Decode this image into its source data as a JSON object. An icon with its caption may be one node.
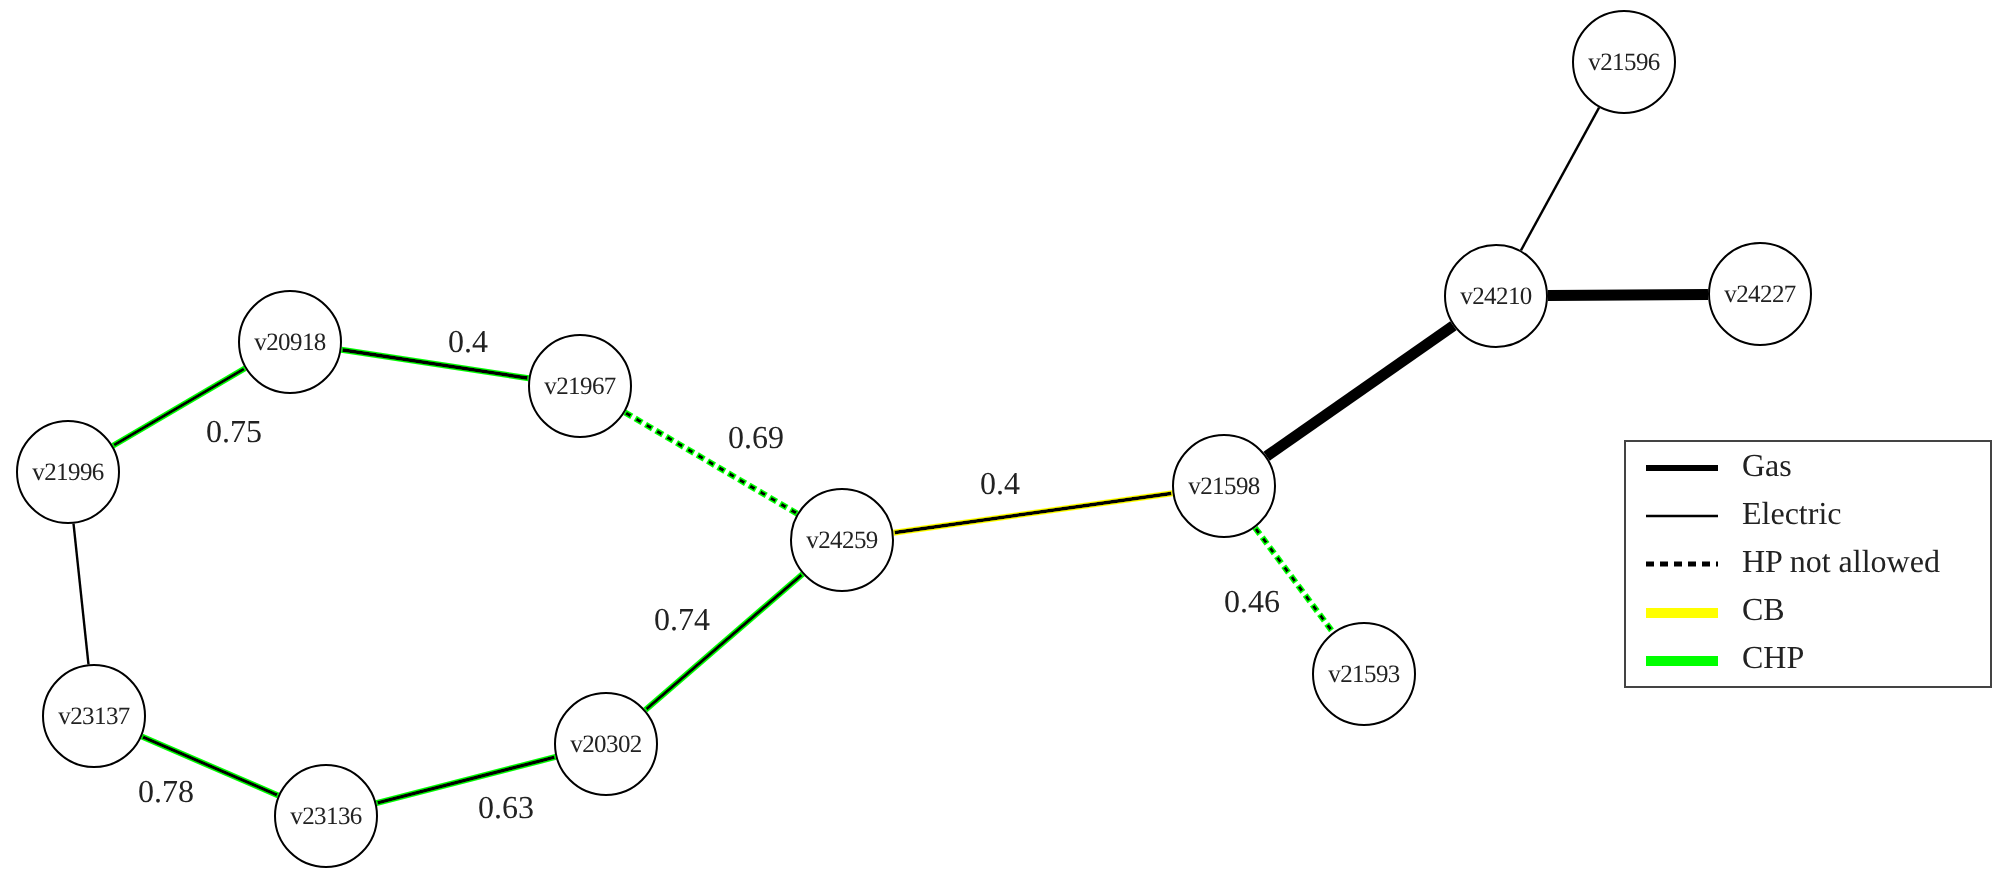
{
  "diagram": {
    "nodes": [
      {
        "text": [
          "v21596"
        ]
      },
      {
        "text": [
          "v24227"
        ]
      },
      {
        "text": [
          "v24210"
        ]
      },
      {
        "text": [
          "v20918"
        ]
      },
      {
        "text": [
          "v21967"
        ]
      },
      {
        "text": [
          "v21996"
        ]
      },
      {
        "text": [
          "v21598"
        ]
      },
      {
        "text": [
          "v24259"
        ]
      },
      {
        "text": [
          "v21593"
        ]
      },
      {
        "text": [
          "v23137"
        ]
      },
      {
        "text": [
          "v20302"
        ]
      },
      {
        "text": [
          "v23136"
        ]
      }
    ],
    "edges": [
      {
        "from": 3,
        "to": 5,
        "arrow": "none",
        "label": "0.75",
        "color": "#00ff00"
      },
      {
        "from": 3,
        "to": 4,
        "arrow": "none",
        "label": "0.4",
        "color": "#00ff00"
      },
      {
        "from": 4,
        "to": 7,
        "arrow": "none",
        "label": "0.69",
        "style": "dashed",
        "color": "#00ff00"
      },
      {
        "from": 7,
        "to": 6,
        "arrow": "none",
        "label": "0.4",
        "color": "#ffff00"
      },
      {
        "from": 6,
        "to": 8,
        "arrow": "none",
        "label": "0.46",
        "style": "dashed",
        "color": "#00ff00"
      },
      {
        "from": 6,
        "to": 2,
        "arrow": "none",
        "style": "thick",
        "color": "#000000"
      },
      {
        "from": 2,
        "to": 0,
        "arrow": "none",
        "color": "#000000"
      },
      {
        "from": 2,
        "to": 1,
        "arrow": "none",
        "style": "thick",
        "color": "#000000"
      },
      {
        "from": 5,
        "to": 9,
        "arrow": "none",
        "color": "#000000"
      },
      {
        "from": 9,
        "to": 11,
        "arrow": "none",
        "label": "0.78",
        "color": "#00ff00"
      },
      {
        "from": 11,
        "to": 10,
        "arrow": "none",
        "label": "0.63",
        "color": "#00ff00"
      },
      {
        "from": 10,
        "to": 7,
        "arrow": "none",
        "label": "0.74",
        "color": "#00ff00"
      }
    ],
    "legend": [
      {
        "text": "Gas"
      },
      {
        "text": "Electric"
      },
      {
        "text": "HP not allowed"
      },
      {
        "text": "CB",
        "color": "#ffff00"
      },
      {
        "text": "CHP",
        "color": "#00ff00"
      }
    ]
  }
}
